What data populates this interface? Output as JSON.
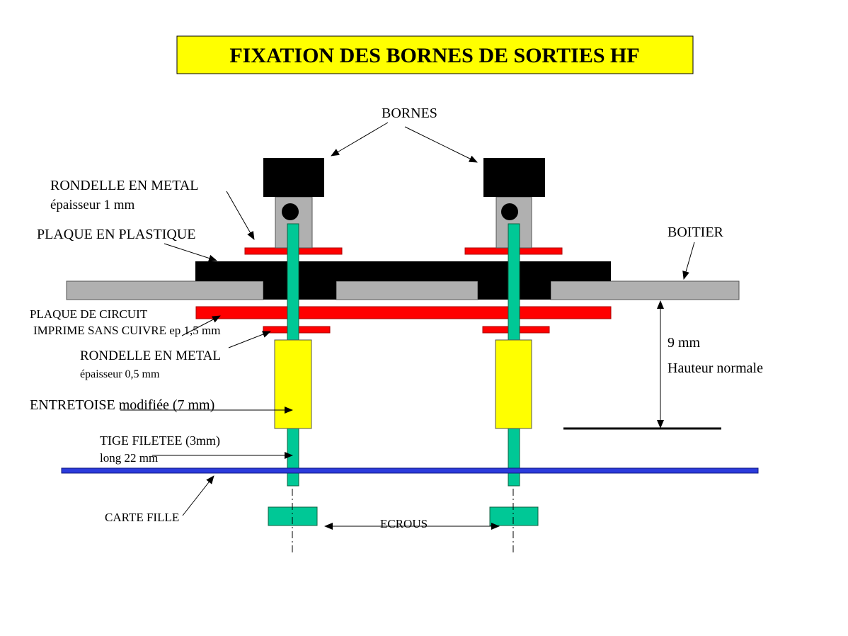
{
  "title": "FIXATION DES BORNES DE SORTIES HF",
  "labels": {
    "bornes": "BORNES",
    "rondelle_metal_top": "RONDELLE EN METAL",
    "rondelle_metal_top_thickness": "épaisseur 1 mm",
    "plaque_plastique": "PLAQUE EN PLASTIQUE",
    "boitier": "BOITIER",
    "plaque_circuit_line1": "PLAQUE DE CIRCUIT",
    "plaque_circuit_line2": "IMPRIME SANS CUIVRE ep 1,5 mm",
    "rondelle_metal_bottom": "RONDELLE EN METAL",
    "rondelle_metal_bottom_thickness": "épaisseur 0,5 mm",
    "entretoise": "ENTRETOISE modifiée (7 mm)",
    "tige_filetee": "TIGE FILETEE (3mm)",
    "tige_length": "long  22 mm",
    "carte_fille": "CARTE FILLE",
    "ecrous": "ECROUS",
    "height_value": "9 mm",
    "height_desc": "Hauteur normale"
  },
  "colors": {
    "title_bg": "#ffff00",
    "borne": "#000000",
    "borne_base": "#b0b0b0",
    "washer": "#ff0000",
    "plastic_plate": "#000000",
    "case": "#b0b0b0",
    "pcb": "#ff0000",
    "spacer": "#ffff00",
    "rod": "#00c896",
    "nut": "#00c896",
    "daughter_board": "#2b3bdc"
  }
}
